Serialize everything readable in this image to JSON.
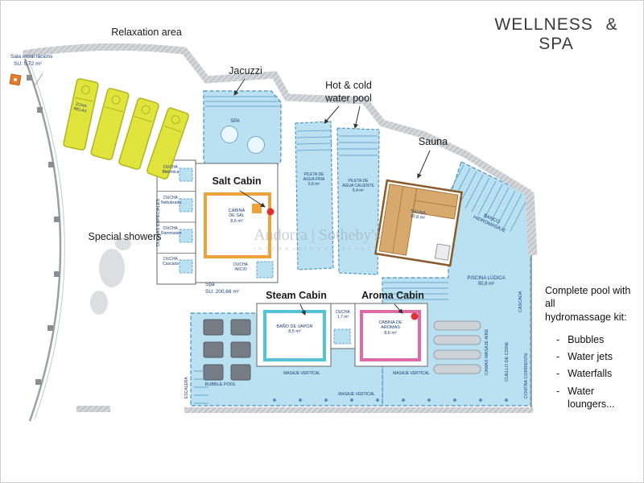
{
  "title": "WELLNESS & SPA",
  "watermark": {
    "brand": "Andorra | Sotheby's",
    "sub": "INTERNATIONAL REALTY"
  },
  "annotations": {
    "relaxation_area": "Relaxation area",
    "jacuzzi": "Jacuzzi",
    "hot_cold_pool": "Hot & cold\nwater pool",
    "sauna": "Sauna",
    "salt_cabin": "Salt Cabin",
    "special_showers": "Special showers",
    "steam_cabin": "Steam Cabin",
    "aroma_cabin": "Aroma Cabin"
  },
  "info": {
    "sala_label": "Sala instal·lacions",
    "sala_area": "SU: 5,72 m²",
    "spa_label": "Spa",
    "spa_area": "SU: 200,66 m²"
  },
  "pool_kit": {
    "heading": "Complete pool with all\nhydromassage kit:",
    "dash": "-",
    "items": [
      "Bubbles",
      "Water jets",
      "Waterfalls",
      "Water loungers..."
    ]
  },
  "rooms": {
    "zona_relax": "ZONA\nRELAX",
    "spa_small": "SPA",
    "duchas_especiales": "DUCHAS ESPECIALES",
    "ducha_bitermica": "DUCHA\nBitérmica",
    "ducha_nebulizada": "DUCHA\nNebulizada",
    "ducha_rammasier": "DUCHA\nRammasier",
    "ducha_cascada": "DUCHA\nCascada",
    "cabina_sal": "CABINA\nDE SAL\n8,6 m²",
    "ducha_inicio": "DUCHA\nINICIO",
    "pileta_fria": "PILETA DE\nAGUA FRIA\n5,6 m²",
    "pileta_caliente": "PILETA DE\nAGUA CALIENTE\n5,4 m²",
    "sauna": "SAUNA\n10,8 m²",
    "banco_hidromasaje": "BANCO\nHIDROMASAJE",
    "piscina_ludica": "PISCINA LÚDICA\n50,8 m²",
    "cascada": "CASCADA",
    "camas_masaje": "CAMAS MASAJE AIRE",
    "cuello_cisne": "CUELLO DE CISNE",
    "contra_corriente": "CONTRA CORRIENTE",
    "bubble_pool": "BUBBLE POOL",
    "bano_vapor": "BAÑO DE VAPOR\n8,5 m²",
    "ducha_pequena": "DUCHA\n1,7 m²",
    "cabina_aromas": "CABINA DE\nAROMAS\n8,6 m²",
    "masaje_vertical": "MASAJE VERTICAL",
    "escalera": "ESCALERA"
  },
  "colors": {
    "pool_blue": "#b9e1f1",
    "pool_edge": "#4a90c2",
    "lounger_yellow": "#e0e43c",
    "sauna_wood": "#d7a96c",
    "salt_orange": "#eea239",
    "steam_teal": "#52c4d6",
    "aroma_pink": "#e06aa8",
    "marker_red": "#e03030",
    "marker_orange": "#e87a2e",
    "wall_gray": "#c2c5cb",
    "label_blue": "#1c3f7a"
  }
}
